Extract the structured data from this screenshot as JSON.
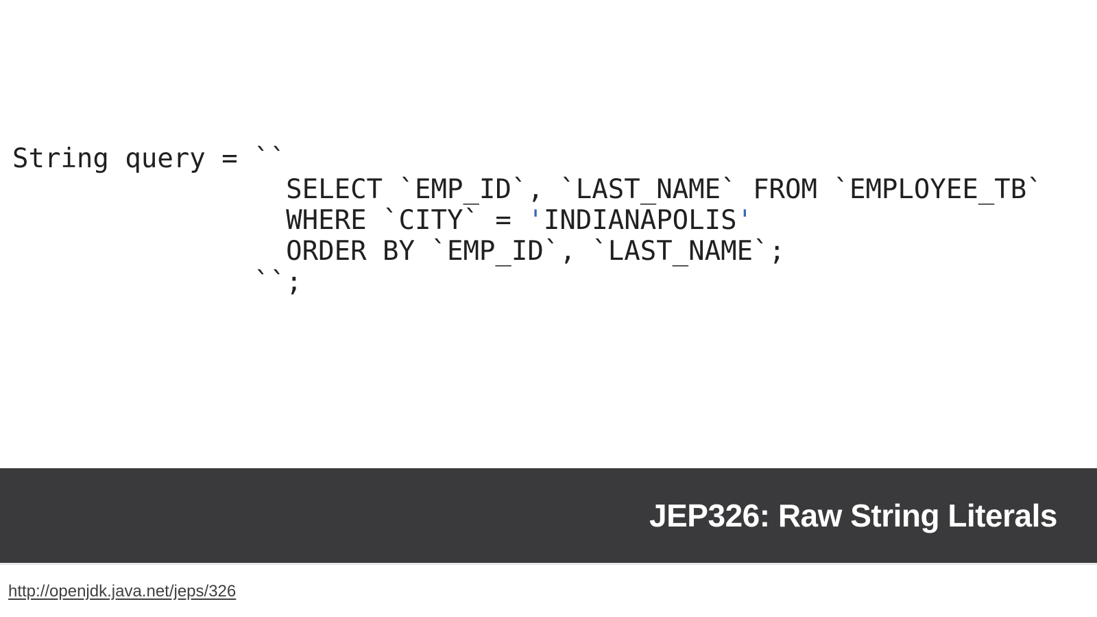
{
  "page": {
    "background": "#ffffff"
  },
  "code": {
    "font_color": "#202020",
    "string_delim_color": "#3c68b8",
    "lines": [
      [
        {
          "t": "String query = ``"
        }
      ],
      [
        {
          "t": "                 SELECT `EMP_ID`, `LAST_NAME` FROM `EMPLOYEE_TB`"
        }
      ],
      [
        {
          "t": "                 WHERE `CITY` = "
        },
        {
          "t": "'",
          "c": "delim"
        },
        {
          "t": "INDIANAPOLIS"
        },
        {
          "t": "'",
          "c": "delim"
        }
      ],
      [
        {
          "t": "                 ORDER BY `EMP_ID`, `LAST_NAME`;"
        }
      ],
      [
        {
          "t": "               ``;"
        }
      ]
    ]
  },
  "banner": {
    "title": "JEP326: Raw String Literals",
    "background": "#3a3a3c",
    "text_color": "#ffffff"
  },
  "footer": {
    "link_text": "http://openjdk.java.net/jeps/326",
    "link_color": "#3f3f3f"
  }
}
